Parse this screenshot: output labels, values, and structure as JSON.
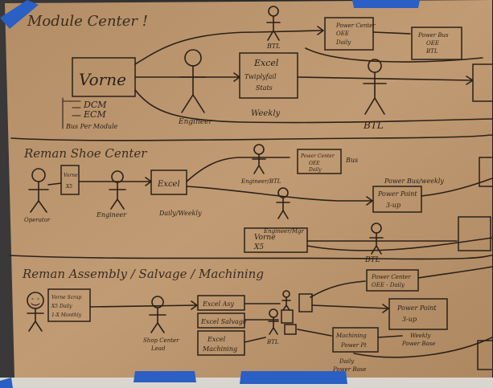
{
  "sections": {
    "module": {
      "title": "Module Center !",
      "vorne": "Vorne",
      "dcm": "DCM",
      "ecm": "ECM",
      "bus_per_module": "Bus Per Module",
      "engineer": "Engineer",
      "btl_top": "BTL",
      "power_center": [
        "Power Center",
        "OEE",
        "Daily"
      ],
      "excel": [
        "Excel",
        "Twiplyfail",
        "Stats"
      ],
      "weekly": "Weekly",
      "btl_mid": "BTL",
      "power_bus": [
        "Power Bus",
        "OEE",
        "BTL"
      ]
    },
    "reman_shoe": {
      "title": "Reman Shoe Center",
      "operator": "Operator",
      "vorne_x5_left": [
        "Vorne",
        "X5"
      ],
      "engineer": "Engineer",
      "excel": "Excel",
      "daily_weekly": "Daily/Weekly",
      "engineer_btl": "Engineer/BTL",
      "power_center": [
        "Power Center",
        "OEE",
        "Daily"
      ],
      "bus": "Bus",
      "power_bus_weekly": "Power Bus/weekly",
      "power_point": [
        "Power Point",
        "3-up"
      ],
      "engineer_mgr": "Engineer/Mgr",
      "vorne_x5_bottom": [
        "Vorne",
        "X5"
      ],
      "btl": "BTL"
    },
    "reman_assembly": {
      "title": "Reman Assembly / Salvage / Machining",
      "first_box": [
        "Vorne Scrap",
        "X5 Daily",
        "1-X Monthly"
      ],
      "shop_center_lead": [
        "Shop Center",
        "Lead"
      ],
      "excel_asy": "Excel Asy",
      "excel_salvage": "Excel Salvage",
      "excel_machining": [
        "Excel",
        "Machining"
      ],
      "btl": "BTL",
      "power_center": [
        "Power Center",
        "OEE - Daily"
      ],
      "power_point": [
        "Power Point",
        "3-up"
      ],
      "machining": [
        "Machining",
        "Power Pt"
      ],
      "daily_power_base": [
        "Daily",
        "Power Base"
      ],
      "weekly_power_base": [
        "Weekly",
        "Power Base"
      ]
    }
  },
  "colors": {
    "paper": "#b8926a",
    "ink": "#2b2118",
    "tape": "#2a5fc4"
  }
}
